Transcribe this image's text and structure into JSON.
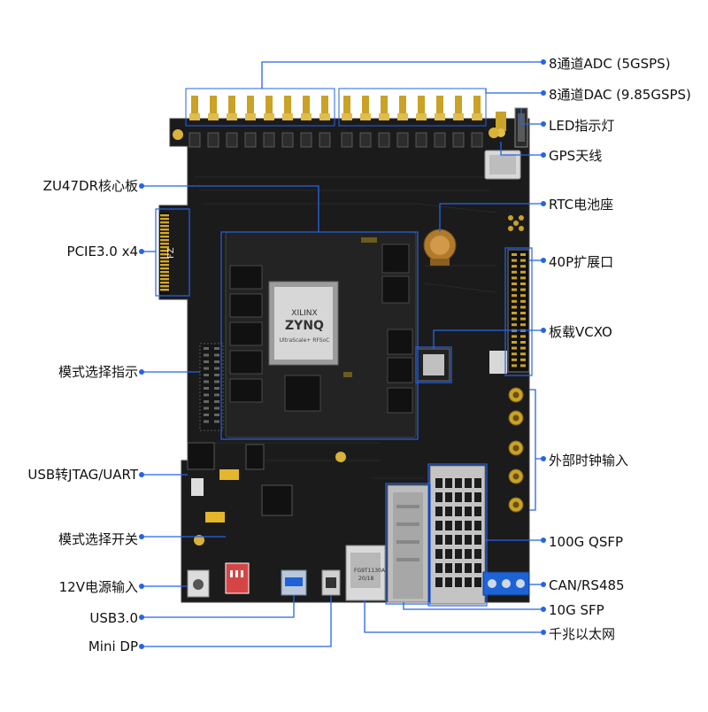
{
  "diagram": {
    "title": "",
    "board": {
      "core_chip_brand": "XILINX",
      "core_chip_name": "ZYNQ",
      "core_chip_sub": "UltraScale+ RFSoC",
      "eth_chip_text": "FG9T1130A",
      "eth_chip_sub": "20/18",
      "vendor_logo": "FZ"
    },
    "labels_right": [
      {
        "id": "adc",
        "text": "8通道ADC (5GSPS)"
      },
      {
        "id": "dac",
        "text": "8通道DAC (9.85GSPS)"
      },
      {
        "id": "led",
        "text": "LED指示灯"
      },
      {
        "id": "gps",
        "text": "GPS天线"
      },
      {
        "id": "rtc",
        "text": "RTC电池座"
      },
      {
        "id": "exp40p",
        "text": "40P扩展口"
      },
      {
        "id": "vcxo",
        "text": "板载VCXO"
      },
      {
        "id": "extclk",
        "text": "外部时钟输入"
      },
      {
        "id": "qsfp",
        "text": "100G QSFP"
      },
      {
        "id": "can",
        "text": "CAN/RS485"
      },
      {
        "id": "sfp",
        "text": "10G SFP"
      },
      {
        "id": "gbe",
        "text": "千兆以太网"
      }
    ],
    "labels_left": [
      {
        "id": "core",
        "text": "ZU47DR核心板"
      },
      {
        "id": "pcie",
        "text": "PCIE3.0 x4"
      },
      {
        "id": "modeind",
        "text": "模式选择指示"
      },
      {
        "id": "usbjtag",
        "text": "USB转JTAG/UART"
      },
      {
        "id": "modesw",
        "text": "模式选择开关"
      },
      {
        "id": "power",
        "text": "12V电源输入"
      },
      {
        "id": "usb3",
        "text": "USB3.0"
      },
      {
        "id": "minidp",
        "text": "Mini DP"
      }
    ],
    "colors": {
      "leader": "#2563eb",
      "pcb": "#1b1b1b",
      "gold": "#c9a227",
      "module": "#232323",
      "copper_blue": "#1e63d6"
    }
  }
}
